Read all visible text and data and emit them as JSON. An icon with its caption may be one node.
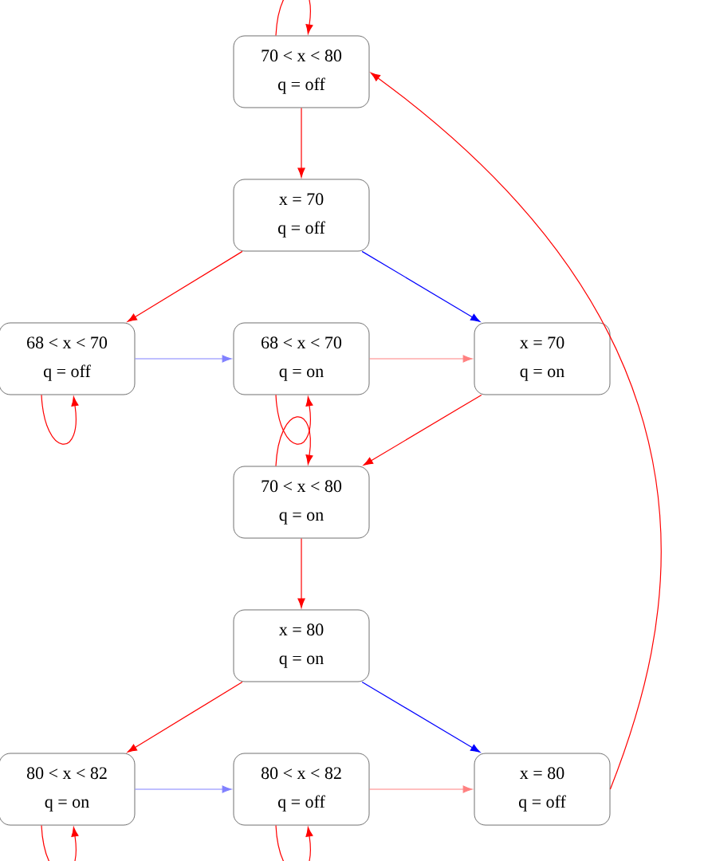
{
  "diagram": {
    "nodes": [
      {
        "text": [
          "70 < x < 80",
          "q = off"
        ]
      },
      {
        "text": [
          "x = 70",
          "q = off"
        ]
      },
      {
        "text": [
          "68 < x < 70",
          "q = off"
        ]
      },
      {
        "text": [
          "68 < x < 70",
          "q = on"
        ]
      },
      {
        "text": [
          "x = 70",
          "q = on"
        ]
      },
      {
        "text": [
          "70 < x < 80",
          "q = on"
        ]
      },
      {
        "text": [
          "x = 80",
          "q = on"
        ]
      },
      {
        "text": [
          "80 < x < 82",
          "q = on"
        ]
      },
      {
        "text": [
          "80 < x < 82",
          "q = off"
        ]
      },
      {
        "text": [
          "x = 80",
          "q = off"
        ]
      }
    ],
    "edges": [
      {
        "from": 0,
        "to": 0,
        "arrow": "to"
      },
      {
        "from": 0,
        "to": 1,
        "arrow": "to"
      },
      {
        "from": 1,
        "to": 2,
        "arrow": "to"
      },
      {
        "from": 1,
        "to": 4,
        "arrow": "to",
        "color": "#0000ff"
      },
      {
        "from": 2,
        "to": 2,
        "arrow": "to"
      },
      {
        "from": 2,
        "to": 3,
        "arrow": "to",
        "color": "#8080ff"
      },
      {
        "from": 3,
        "to": 4,
        "arrow": "to",
        "color": "#ff8080"
      },
      {
        "from": 3,
        "to": 3,
        "arrow": "to"
      },
      {
        "from": 5,
        "to": 5,
        "arrow": "to"
      },
      {
        "from": 4,
        "to": 5,
        "arrow": "to"
      },
      {
        "from": 5,
        "to": 6,
        "arrow": "to"
      },
      {
        "from": 6,
        "to": 7,
        "arrow": "to"
      },
      {
        "from": 6,
        "to": 9,
        "arrow": "to",
        "color": "#0000ff"
      },
      {
        "from": 7,
        "to": 7,
        "arrow": "to"
      },
      {
        "from": 7,
        "to": 8,
        "arrow": "to",
        "color": "#8080ff"
      },
      {
        "from": 8,
        "to": 8,
        "arrow": "to"
      },
      {
        "from": 8,
        "to": 9,
        "arrow": "to",
        "color": "#ff8080"
      },
      {
        "from": 9,
        "to": 0,
        "arrow": "to"
      }
    ]
  }
}
